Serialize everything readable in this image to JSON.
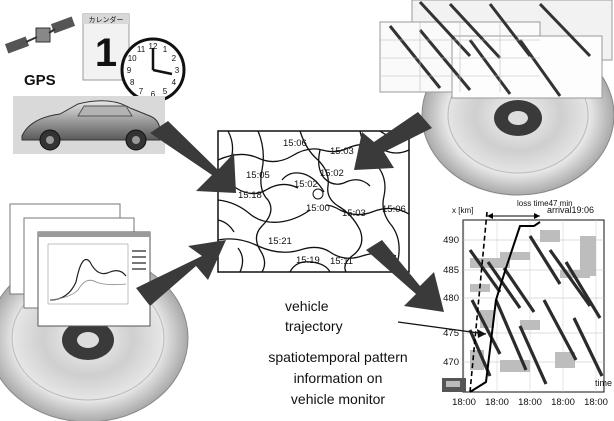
{
  "labels": {
    "gps": "GPS",
    "calendar_number": "1",
    "calendar_header": "カレンダー",
    "vehicle_trajectory": [
      "vehicle",
      "trajectory"
    ],
    "spatiotemporal": [
      "spatiotemporal pattern",
      "information on",
      "vehicle monitor"
    ]
  },
  "map": {
    "times": [
      "15:06",
      "15:03",
      "15:02",
      "15:05",
      "15:02",
      "15:18",
      "15:00",
      "15:03",
      "15:06",
      "15:21",
      "15:19",
      "15:11"
    ]
  },
  "chart": {
    "y_axis_label": "x [km]",
    "y_ticks": [
      "490",
      "485",
      "480",
      "475",
      "470"
    ],
    "x_axis_label": "time",
    "x_ticks": [
      "18:00",
      "18:00",
      "18:00",
      "18:00",
      "18:00"
    ],
    "loss_time_label": "loss time47 min",
    "arrival_label": "arrival19:06"
  },
  "colors": {
    "arrow": "#3a3a3a",
    "disc": "#c8c8c8",
    "chart_line": "#000000"
  },
  "icons": [
    "satellite-icon",
    "calendar-icon",
    "clock-icon",
    "car-photo",
    "cd-disc-icon"
  ]
}
